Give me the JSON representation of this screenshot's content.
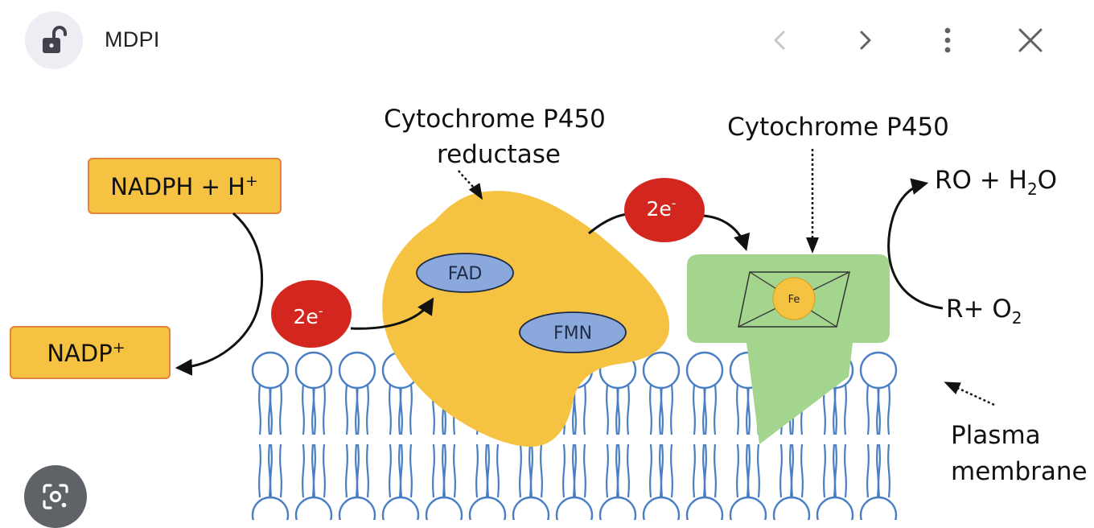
{
  "header": {
    "site_name": "MDPI",
    "icons": {
      "site": "lock-open-icon",
      "back": "chevron-left-icon",
      "forward": "chevron-right-icon",
      "more": "more-vert-icon",
      "close": "close-icon",
      "lens": "lens-search-icon"
    }
  },
  "diagram": {
    "labels": {
      "reductase_line1": "Cytochrome P450",
      "reductase_line2": "reductase",
      "p450": "Cytochrome P450",
      "nadph": "NADPH + H",
      "nadph_sup": "+",
      "nadp": "NADP",
      "nadp_sup": "+",
      "electrons_1": "2e",
      "electrons_1_sup": "-",
      "electrons_2": "2e",
      "electrons_2_sup": "-",
      "fad": "FAD",
      "fmn": "FMN",
      "fe": "Fe",
      "product_a": "RO + H",
      "product_sub": "2",
      "product_b": "O",
      "substrate": "R+ O",
      "substrate_sub": "2",
      "membrane_line1": "Plasma",
      "membrane_line2": "membrane"
    },
    "colors": {
      "nadph_box": "#f5c242",
      "reductase": "#f5c242",
      "p450": "#a3d58e",
      "electron": "#d2261f",
      "cofactor": "#8aa8dc",
      "membrane": "#4a7ec4",
      "heme": "#f5c242"
    }
  }
}
